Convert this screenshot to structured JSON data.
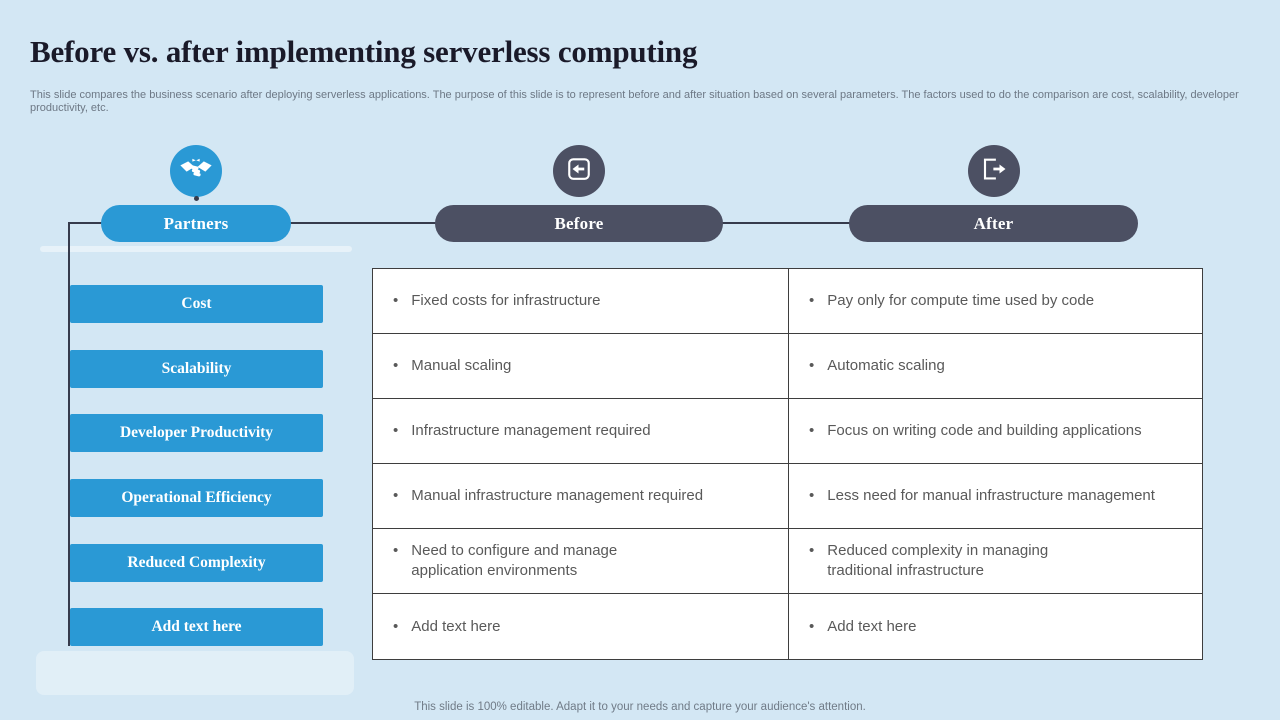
{
  "slide": {
    "title": "Before vs. after implementing serverless computing",
    "subtitle": "This slide compares the business scenario after deploying serverless applications. The purpose of this slide is to represent before and after situation based on several parameters. The factors used to do the comparison are cost, scalability, developer productivity,  etc.",
    "footer": "This slide is 100% editable. Adapt it to your needs and capture your audience's attention."
  },
  "colors": {
    "background": "#d3e7f4",
    "accent_blue": "#2a99d5",
    "accent_dark": "#4c5063",
    "table_border": "#3e3e3e",
    "body_text": "#595959",
    "title_text": "#1a1a29"
  },
  "headers": [
    {
      "label": "Partners",
      "icon": "handshake-icon"
    },
    {
      "label": "Before",
      "icon": "back-arrow-icon"
    },
    {
      "label": "After",
      "icon": "exit-arrow-icon"
    }
  ],
  "parameters": [
    "Cost",
    "Scalability",
    "Developer Productivity",
    "Operational Efficiency",
    "Reduced Complexity",
    "Add text here"
  ],
  "comparison": {
    "rows": [
      {
        "before": "Fixed costs for infrastructure",
        "after": "Pay only for compute time used by code"
      },
      {
        "before": "Manual scaling",
        "after": "Automatic scaling"
      },
      {
        "before": "Infrastructure management required",
        "after": "Focus on writing code and building applications"
      },
      {
        "before": "Manual infrastructure management required",
        "after": "Less need for manual infrastructure management"
      },
      {
        "before": "Need to configure and manage\napplication environments",
        "after": "Reduced complexity in managing\ntraditional infrastructure"
      },
      {
        "before": "Add text here",
        "after": "Add text here"
      }
    ]
  }
}
